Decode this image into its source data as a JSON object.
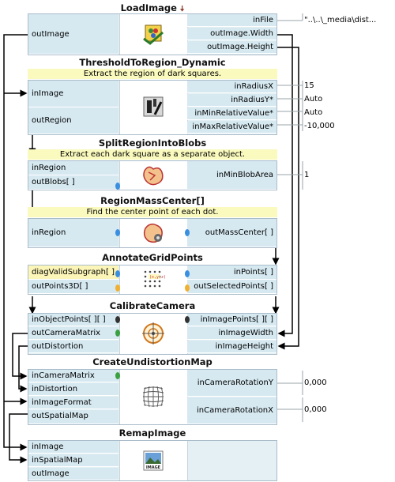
{
  "filters": {
    "load": {
      "title": "LoadImage",
      "outputs": [
        "outImage",
        "outImage.Width",
        "outImage.Height"
      ],
      "inputs": [
        "inFile"
      ]
    },
    "threshold": {
      "title": "ThresholdToRegion_Dynamic",
      "description": "Extract the region of dark squares.",
      "inputs": [
        "inImage",
        "inRadiusX",
        "inRadiusY*",
        "inMinRelativeValue*",
        "inMaxRelativeValue*"
      ],
      "outputs": [
        "outRegion"
      ]
    },
    "split": {
      "title": "SplitRegionIntoBlobs",
      "description": "Extract each dark square as a separate object.",
      "inputs": [
        "inRegion",
        "inMinBlobArea"
      ],
      "outputs": [
        "outBlobs[ ]"
      ]
    },
    "mass": {
      "title": "RegionMassCenter[]",
      "description": "Find the center point of each dot.",
      "inputs": [
        "inRegion"
      ],
      "outputs": [
        "outMassCenter[ ]"
      ]
    },
    "annotate": {
      "title": "AnnotateGridPoints",
      "inputs": [
        "diagValidSubgraph[ ]",
        "inPoints[ ]"
      ],
      "outputs": [
        "outPoints3D[ ]",
        "outSelectedPoints[ ]"
      ]
    },
    "calibrate": {
      "title": "CalibrateCamera",
      "inputs": [
        "inObjectPoints[ ][ ]",
        "inImagePoints[ ][ ]",
        "inImageWidth",
        "inImageHeight"
      ],
      "outputs": [
        "outCameraMatrix",
        "outDistortion"
      ]
    },
    "undist": {
      "title": "CreateUndistortionMap",
      "inputs": [
        "inCameraMatrix",
        "inDistortion",
        "inImageFormat",
        "inCameraRotationY",
        "inCameraRotationX"
      ],
      "outputs": [
        "outSpatialMap"
      ]
    },
    "remap": {
      "title": "RemapImage",
      "inputs": [
        "inImage",
        "inSpatialMap"
      ],
      "outputs": [
        "outImage"
      ],
      "icon_label": "IMAGE"
    }
  },
  "values": {
    "inFile": "\"..\\..\\_media\\dist...",
    "inRadiusX": "15",
    "inRadiusY": "Auto",
    "inMinRelativeValue": "Auto",
    "inMaxRelativeValue": "-10,000",
    "inMinBlobArea": "1",
    "inCameraRotationY": "0,000",
    "inCameraRotationX": "0,000"
  },
  "icons": {
    "load": "load-image-icon",
    "threshold": "threshold-icon",
    "split": "split-blobs-icon",
    "mass": "mass-center-icon",
    "annotate": "grid-points-icon",
    "calibrate": "calibrate-target-icon",
    "undist": "distortion-grid-icon",
    "remap": "remap-image-icon"
  },
  "colors": {
    "port_bg": "#d6e9f1",
    "body_bg": "#e4f0f3",
    "description_bg": "#fafabe",
    "port_highlight": "#fbf5b8",
    "wire": "#000000"
  }
}
